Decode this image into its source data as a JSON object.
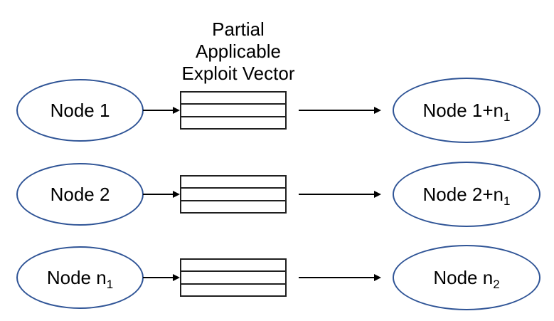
{
  "title": {
    "lines": [
      "Partial",
      "Applicable",
      "Exploit Vector"
    ]
  },
  "colors": {
    "ellipse-stroke": "#2f5496",
    "connector": "#000000",
    "box-stroke": "#1f1f1f",
    "text": "#000000",
    "background": "#ffffff"
  },
  "vector_box": {
    "segment_count": 3
  },
  "rows": [
    {
      "left": {
        "text": "Node 1",
        "sub": ""
      },
      "right": {
        "text": "Node 1+n",
        "sub": "1"
      }
    },
    {
      "left": {
        "text": "Node 2",
        "sub": ""
      },
      "right": {
        "text": "Node 2+n",
        "sub": "1"
      }
    },
    {
      "left": {
        "text": "Node n",
        "sub": "1"
      },
      "right": {
        "text": "Node n",
        "sub": "2"
      }
    }
  ]
}
